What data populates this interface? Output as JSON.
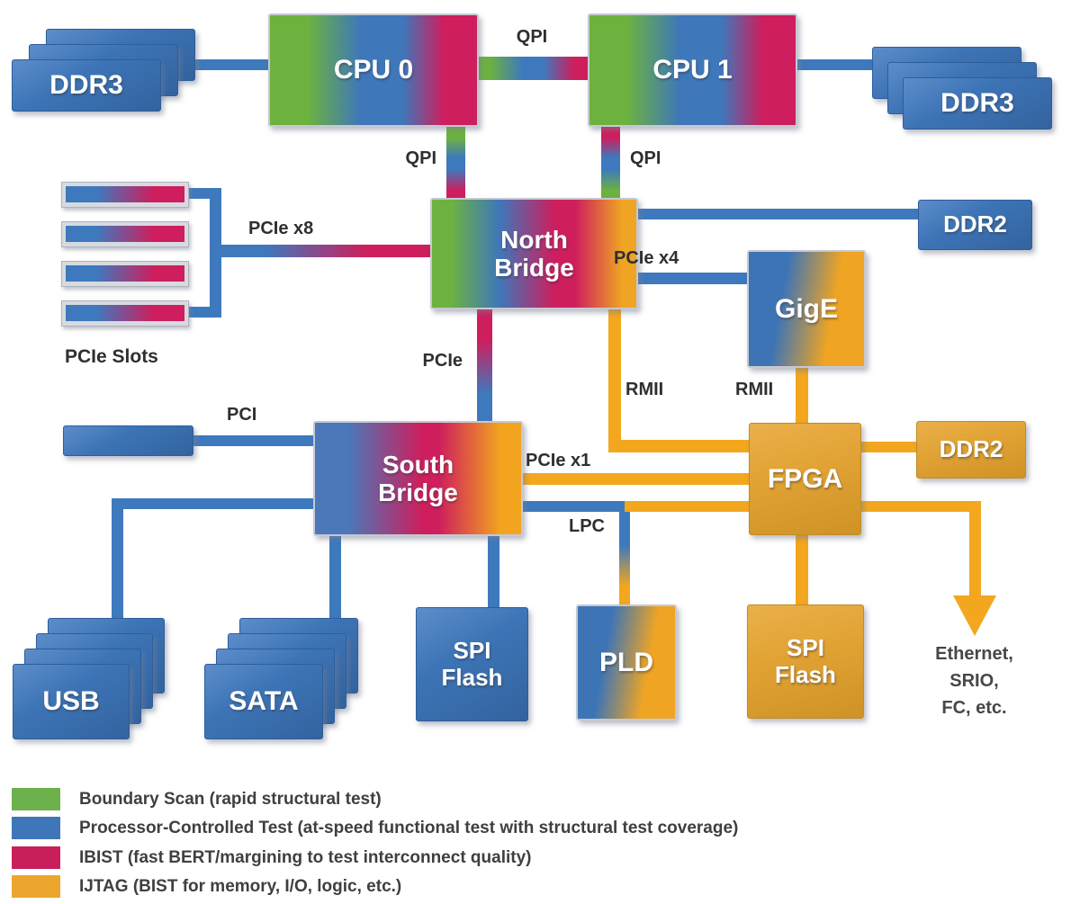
{
  "palette": {
    "boundary_scan_green": "#6db23f",
    "processor_test_blue": "#3e76b8",
    "ibist_crimson": "#ce1e5d",
    "ijtag_orange": "#f2a71f",
    "label_text": "#2f2f2f",
    "box_text": "#ffffff"
  },
  "nodes": {
    "ddr3_left": "DDR3",
    "cpu0": "CPU 0",
    "cpu1": "CPU 1",
    "ddr3_right": "DDR3",
    "north_bridge": "North Bridge",
    "ddr2_top": "DDR2",
    "gige": "GigE",
    "south_bridge": "South Bridge",
    "fpga": "FPGA",
    "ddr2_fpga": "DDR2",
    "usb": "USB",
    "sata": "SATA",
    "spi_flash_south": "SPI Flash",
    "pld": "PLD",
    "spi_flash_fpga": "SPI Flash"
  },
  "captions": {
    "pcie_slots": "PCIe Slots",
    "ethernet_lines": [
      "Ethernet,",
      "SRIO,",
      "FC, etc."
    ]
  },
  "bus_labels": {
    "qpi_top": "QPI",
    "qpi_cpu0": "QPI",
    "qpi_cpu1": "QPI",
    "pcie_x8": "PCIe x8",
    "pcie_x4": "PCIe x4",
    "pcie": "PCIe",
    "pci": "PCI",
    "pcie_x1": "PCIe x1",
    "lpc": "LPC",
    "rmii_north": "RMII",
    "rmii_gige": "RMII"
  },
  "connections": [
    {
      "label": "",
      "from": "DDR3",
      "to": "CPU 0",
      "type": "processor-controlled"
    },
    {
      "label": "QPI",
      "from": "CPU 0",
      "to": "CPU 1",
      "type": "boundary-scan / processor-controlled / ibist"
    },
    {
      "label": "",
      "from": "CPU 1",
      "to": "DDR3",
      "type": "processor-controlled"
    },
    {
      "label": "QPI",
      "from": "CPU 0",
      "to": "North Bridge",
      "type": "boundary-scan / processor-controlled / ibist"
    },
    {
      "label": "QPI",
      "from": "CPU 1",
      "to": "North Bridge",
      "type": "boundary-scan / processor-controlled / ibist"
    },
    {
      "label": "PCIe x8",
      "from": "PCIe Slots",
      "to": "North Bridge",
      "type": "processor-controlled / ibist"
    },
    {
      "label": "",
      "from": "North Bridge",
      "to": "DDR2",
      "type": "processor-controlled"
    },
    {
      "label": "PCIe x4",
      "from": "North Bridge",
      "to": "GigE",
      "type": "processor-controlled"
    },
    {
      "label": "PCIe",
      "from": "North Bridge",
      "to": "South Bridge",
      "type": "ibist / processor-controlled"
    },
    {
      "label": "RMII",
      "from": "North Bridge",
      "to": "FPGA",
      "type": "ijtag"
    },
    {
      "label": "RMII",
      "from": "GigE",
      "to": "FPGA",
      "type": "ijtag"
    },
    {
      "label": "PCI",
      "from": "PCI slot",
      "to": "South Bridge",
      "type": "processor-controlled"
    },
    {
      "label": "",
      "from": "South Bridge",
      "to": "USB",
      "type": "processor-controlled"
    },
    {
      "label": "",
      "from": "South Bridge",
      "to": "SATA",
      "type": "processor-controlled"
    },
    {
      "label": "",
      "from": "South Bridge",
      "to": "SPI Flash",
      "type": "processor-controlled"
    },
    {
      "label": "PCIe x1",
      "from": "South Bridge",
      "to": "FPGA",
      "type": "ijtag"
    },
    {
      "label": "LPC",
      "from": "South Bridge",
      "to": "PLD / FPGA",
      "type": "processor-controlled / ijtag"
    },
    {
      "label": "",
      "from": "FPGA",
      "to": "DDR2",
      "type": "ijtag"
    },
    {
      "label": "",
      "from": "FPGA",
      "to": "SPI Flash",
      "type": "ijtag"
    },
    {
      "label": "",
      "from": "FPGA",
      "to": "Ethernet, SRIO, FC, etc.",
      "type": "ijtag"
    }
  ],
  "legend": {
    "items": [
      {
        "hex": "#6db14c",
        "label": "Boundary Scan (rapid structural test)"
      },
      {
        "hex": "#3e76b8",
        "label": "Processor-Controlled Test (at-speed functional test with structural test coverage)"
      },
      {
        "hex": "#c91e5c",
        "label": "IBIST (fast BERT/margining to test interconnect quality)"
      },
      {
        "hex": "#eca62e",
        "label": "IJTAG (BIST for memory, I/O, logic, etc.)"
      }
    ]
  }
}
